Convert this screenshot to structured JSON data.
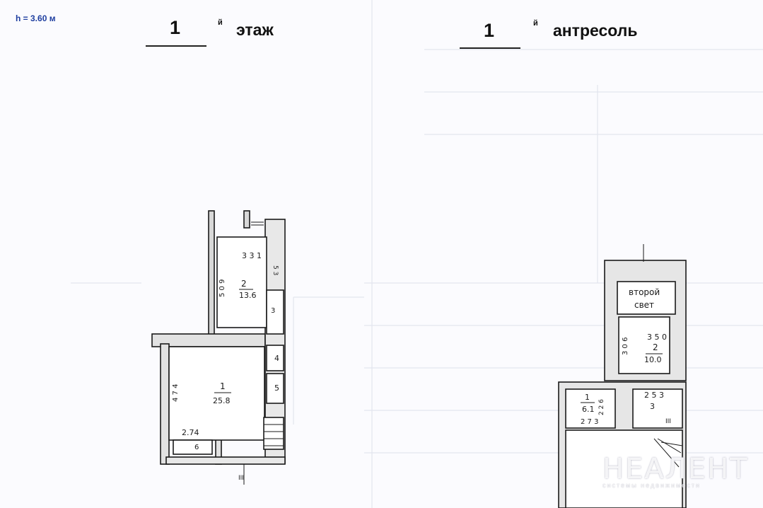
{
  "header": {
    "height_label": "h = 3.60 м",
    "floor": {
      "number": "1",
      "suffix": "й",
      "word": "этаж"
    },
    "mezzanine": {
      "number": "1",
      "suffix": "й",
      "word": "антресоль"
    }
  },
  "floor_plan": {
    "rooms": [
      {
        "number": "1",
        "area": "25.8"
      },
      {
        "number": "2",
        "area": "13.6"
      },
      {
        "number": "3",
        "area": ""
      },
      {
        "number": "4",
        "area": ""
      },
      {
        "number": "5",
        "area": ""
      },
      {
        "number": "6",
        "area": ""
      }
    ],
    "dimensions": [
      "3 3 1",
      "5 0 9",
      "4 7 4",
      "2.74",
      "5 3"
    ],
    "stair_mark": "III"
  },
  "mezzanine_plan": {
    "rooms": [
      {
        "number": "1",
        "area": "6.1"
      },
      {
        "number": "2",
        "area": "10.0"
      },
      {
        "number": "3",
        "area": ""
      }
    ],
    "second_light": [
      "второй",
      "свет"
    ],
    "dimensions": [
      "3 5 0",
      "3 0 6",
      "2 5 3",
      "2 7 3",
      "2 2 6"
    ],
    "stair_mark": "III"
  },
  "watermark": {
    "brand": "НЕАЛЕНТ",
    "subtitle": "системы недвижимости"
  }
}
